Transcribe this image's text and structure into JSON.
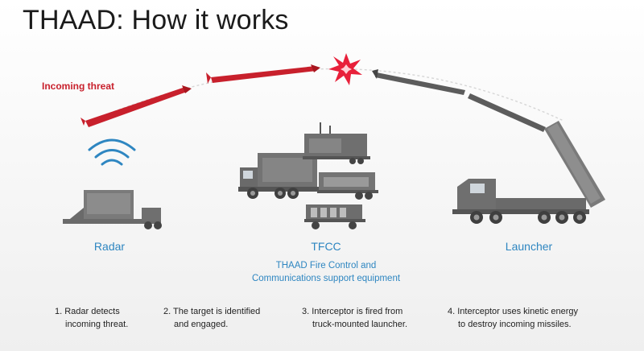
{
  "title": "THAAD: How it works",
  "incoming_threat_label": "Incoming threat",
  "components": {
    "radar": {
      "label": "Radar"
    },
    "tfcc": {
      "label": "TFCC",
      "subtitle_lines": [
        "THAAD Fire Control and",
        "Communications support equipment"
      ]
    },
    "launcher": {
      "label": "Launcher"
    }
  },
  "steps": [
    {
      "lines": [
        "1. Radar detects",
        "incoming threat."
      ]
    },
    {
      "lines": [
        "2. The target is identified",
        "and engaged."
      ]
    },
    {
      "lines": [
        "3. Interceptor is fired from",
        "truck-mounted launcher."
      ]
    },
    {
      "lines": [
        "4. Interceptor uses kinetic energy",
        "to destroy incoming missiles."
      ]
    }
  ],
  "colors": {
    "threat": "#c8202c",
    "accent": "#2e86c1",
    "vehicle": "#6f6f6f",
    "explosion": "#e8203a"
  },
  "icons": [
    "radar-waves-icon",
    "missile-icon",
    "explosion-icon",
    "interceptor-icon",
    "truck-icon"
  ]
}
